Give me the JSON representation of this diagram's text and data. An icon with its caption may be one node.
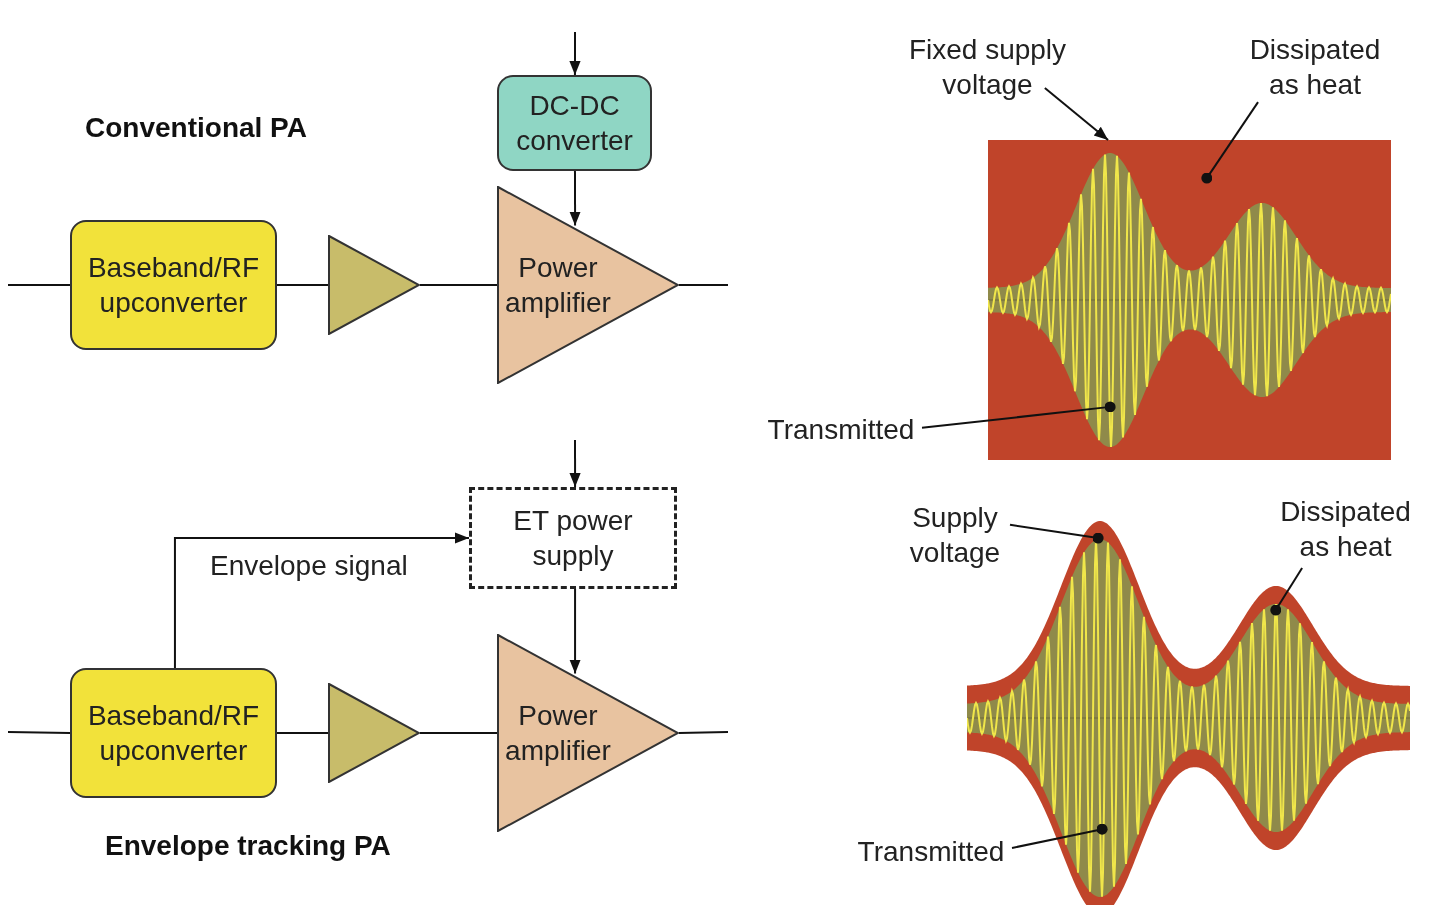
{
  "diagram": {
    "nodes": [
      {
        "text": [
          "DC-DC converter"
        ]
      },
      {
        "text": [
          "Baseband/RF upconverter"
        ]
      },
      {
        "text": [],
        "shape": "triangle"
      },
      {
        "text": [
          "Power amplifier"
        ]
      },
      {
        "text": [
          "ET power supply"
        ]
      },
      {
        "text": [
          "Baseband/RF upconverter"
        ]
      },
      {
        "text": [],
        "shape": "triangle"
      },
      {
        "text": [
          "Power amplifier"
        ]
      },
      {
        "text": [
          "Fixed supply voltage"
        ]
      },
      {
        "text": [
          "Dissipated as heat"
        ]
      },
      {
        "text": [
          "Transmitted"
        ]
      },
      {
        "text": [],
        "shape": "box"
      },
      {
        "text": [],
        "shape": "picture",
        "in": 11
      },
      {
        "text": [
          "Supply voltage"
        ]
      },
      {
        "text": [
          "Dissipated as heat"
        ]
      },
      {
        "text": [
          "Transmitted"
        ]
      },
      {
        "text": [],
        "shape": "picture"
      },
      {
        "text": [],
        "shape": "picture",
        "in": 16
      }
    ],
    "edges": [
      {
        "from": null,
        "to": 1,
        "arrow": "none"
      },
      {
        "from": 1,
        "to": 2,
        "arrow": "none"
      },
      {
        "from": 2,
        "to": 3,
        "arrow": "none"
      },
      {
        "from": 3,
        "to": null,
        "arrow": "none"
      },
      {
        "from": null,
        "to": 0,
        "arrow": "to"
      },
      {
        "from": 0,
        "to": 3,
        "arrow": "to"
      },
      {
        "from": null,
        "to": 5,
        "arrow": "none"
      },
      {
        "from": 5,
        "to": 6,
        "arrow": "none"
      },
      {
        "from": 6,
        "to": 7,
        "arrow": "none"
      },
      {
        "from": 7,
        "to": null,
        "arrow": "none"
      },
      {
        "from": null,
        "to": 4,
        "arrow": "to"
      },
      {
        "from": 4,
        "to": 7,
        "arrow": "to"
      },
      {
        "from": 5,
        "to": 4,
        "arrow": "to",
        "label": "Envelope signal"
      },
      {
        "from": 8,
        "to": 11,
        "arrow": "to"
      },
      {
        "from": 9,
        "to": 11,
        "arrow": "other"
      },
      {
        "from": 10,
        "to": 12,
        "arrow": "other"
      },
      {
        "from": 13,
        "to": 16,
        "arrow": "other"
      },
      {
        "from": 14,
        "to": 16,
        "arrow": "other"
      },
      {
        "from": 15,
        "to": 17,
        "arrow": "other"
      }
    ],
    "labels": [
      "Conventional PA",
      "Envelope tracking PA"
    ]
  }
}
